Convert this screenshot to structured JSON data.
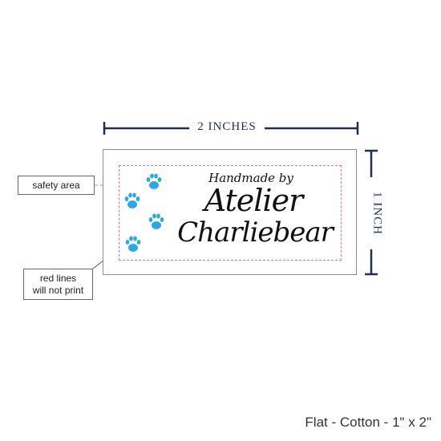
{
  "dimensions": {
    "width_label": "2 INCHES",
    "height_label": "1 INCH"
  },
  "label": {
    "tagline": "Handmade by",
    "brand_line1": "Atelier",
    "brand_line2": "Charliebear",
    "paw_icon": "paw-print-icon",
    "paw_color": "#29a9e8"
  },
  "callouts": {
    "safety_area": "safety area",
    "red_lines_line1": "red lines",
    "red_lines_line2": "will not print"
  },
  "caption": "Flat - Cotton - 1\" x 2\"",
  "colors": {
    "dimension": "#1f2d5c",
    "safety_line": "#f06b93",
    "leader_dot": "#c0224f"
  }
}
